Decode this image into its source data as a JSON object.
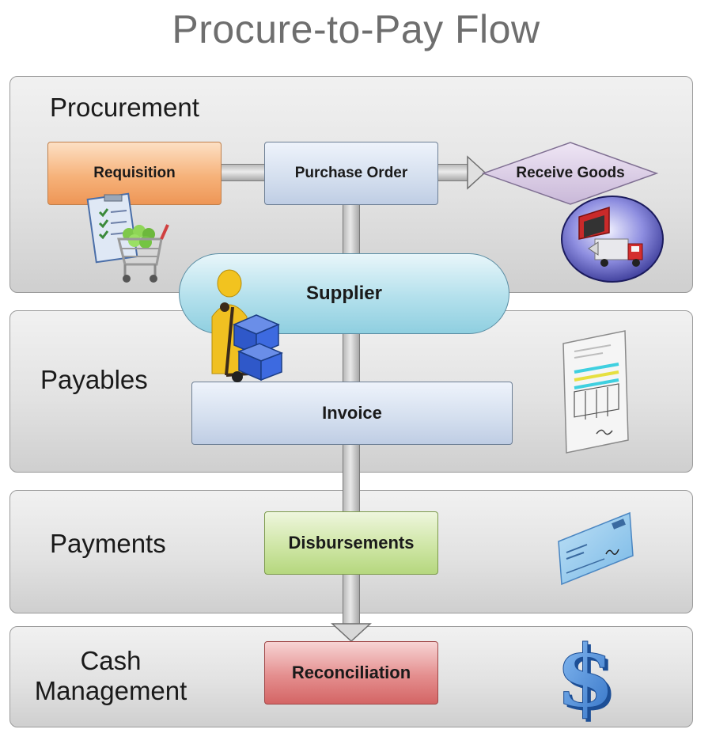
{
  "title": "Procure-to-Pay Flow",
  "lanes": [
    {
      "label": "Procurement"
    },
    {
      "label": "Payables"
    },
    {
      "label": "Payments"
    },
    {
      "label_line1": "Cash",
      "label_line2": "Management"
    }
  ],
  "nodes": {
    "requisition": "Requisition",
    "purchase_order": "Purchase Order",
    "receive_goods": "Receive Goods",
    "supplier": "Supplier",
    "invoice": "Invoice",
    "disbursements": "Disbursements",
    "reconciliation": "Reconciliation"
  },
  "icons": [
    "requisition-clipboard-cart-icon",
    "receiving-truck-icon",
    "supplier-person-hand-truck-icon",
    "invoice-document-icon",
    "check-payment-icon",
    "dollar-sign-icon"
  ],
  "colors": {
    "requisition": "#f6b27a",
    "purchase_order": "#d3deee",
    "supplier": "#b3e0ec",
    "disbursements": "#cfe6a6",
    "reconciliation": "#e48e8e"
  }
}
